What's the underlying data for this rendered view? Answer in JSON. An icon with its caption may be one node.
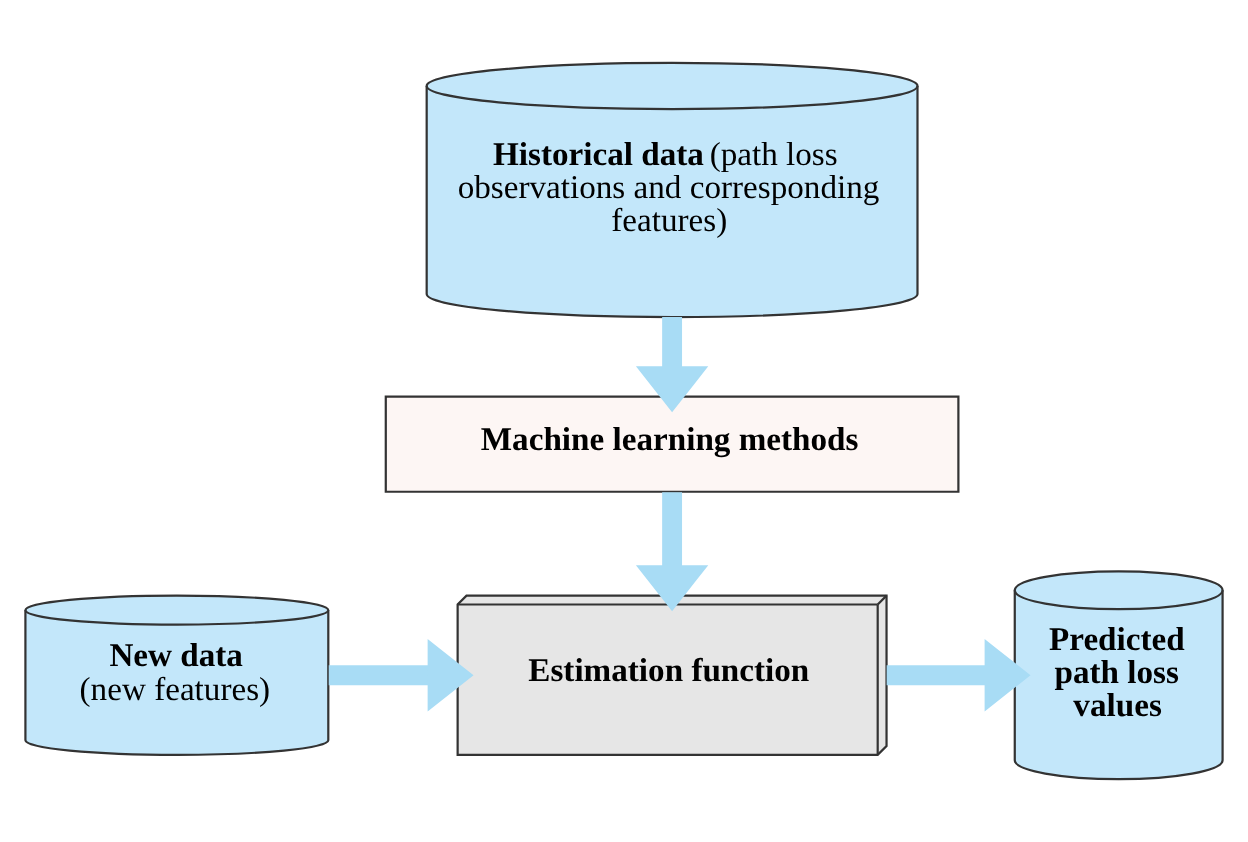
{
  "diagram": {
    "nodes": [
      {
        "text": [
          "**Historical data** (path loss observations and corresponding features)"
        ]
      },
      {
        "text": [
          "**Machine learning methods**"
        ]
      },
      {
        "text": [
          "**New data**",
          "(new features)"
        ]
      },
      {
        "text": [
          "**Estimation function**"
        ]
      },
      {
        "text": [
          "**Predicted path loss values**"
        ]
      }
    ],
    "edges": [
      {
        "from": 0,
        "to": 1,
        "arrow": "to"
      },
      {
        "from": 1,
        "to": 3,
        "arrow": "to"
      },
      {
        "from": 2,
        "to": 3,
        "arrow": "to"
      },
      {
        "from": 3,
        "to": 4,
        "arrow": "to"
      }
    ]
  }
}
